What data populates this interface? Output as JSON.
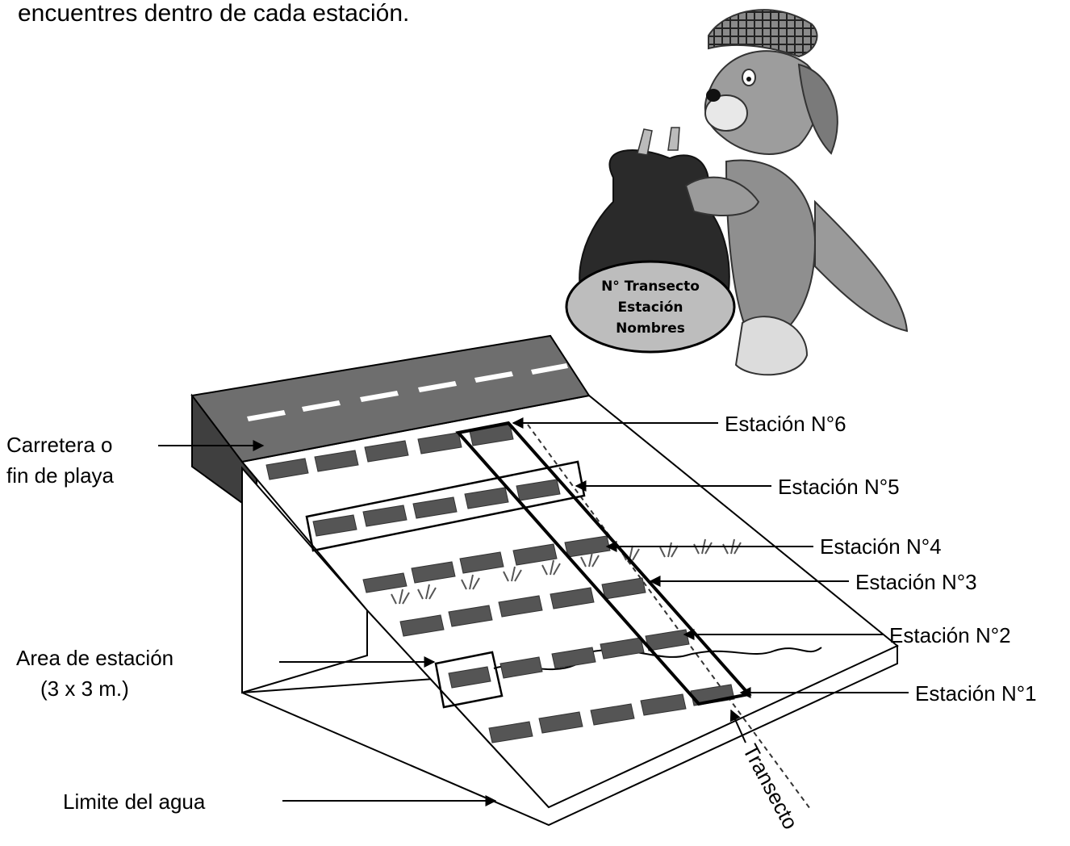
{
  "intro_text": "encuentres dentro de cada estación.",
  "mascot": {
    "name": "dog-mascot-with-trash-bag",
    "bag_tag": {
      "line1": "N° Transecto",
      "line2": "Estación",
      "line3": "Nombres"
    }
  },
  "labels": {
    "road_line1": "Carretera o",
    "road_line2": "fin de playa",
    "area_line1": "Area de estación",
    "area_line2": "(3 x 3 m.)",
    "water_limit": "Limite del agua",
    "transect": "Transecto"
  },
  "stations": [
    "Estación N°6",
    "Estación N°5",
    "Estación N°4",
    "Estación N°3",
    "Estación N°2",
    "Estación N°1"
  ],
  "colors": {
    "road": "#6e6e6e",
    "road_side": "#4a4a4a",
    "plot": "#555555",
    "outline": "#000000"
  }
}
